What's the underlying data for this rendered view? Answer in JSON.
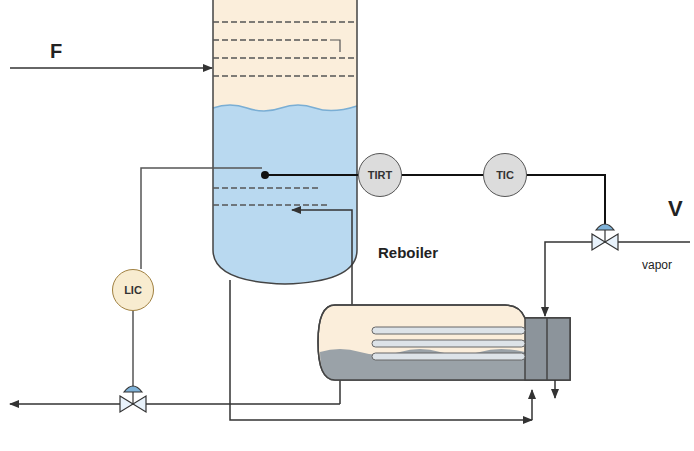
{
  "diagram": {
    "nodes": [
      {
        "text": [
          "TIRT"
        ]
      },
      {
        "text": [
          "TIC"
        ]
      },
      {
        "text": [
          "LIC"
        ]
      }
    ],
    "edges": [
      {
        "from": 0,
        "to": 1,
        "arrow": "none"
      }
    ],
    "labels": [
      "F",
      "Reboiler",
      "V",
      "vapor"
    ]
  }
}
